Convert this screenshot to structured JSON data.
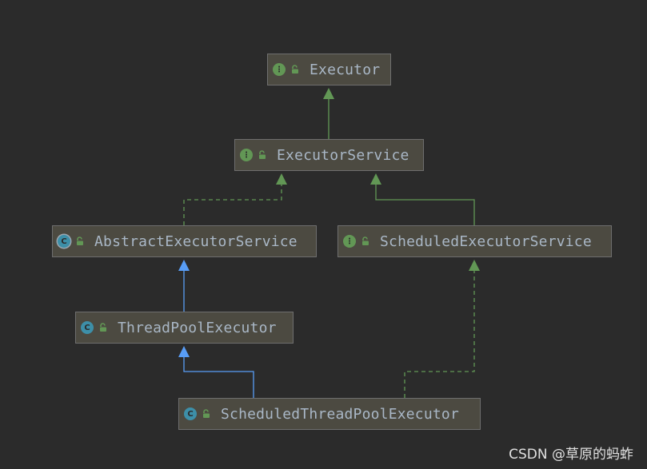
{
  "nodes": {
    "executor": {
      "name": "Executor",
      "kind": "interface"
    },
    "executor_service": {
      "name": "ExecutorService",
      "kind": "interface"
    },
    "abstract_executor_service": {
      "name": "AbstractExecutorService",
      "kind": "abstract-class"
    },
    "scheduled_executor_service": {
      "name": "ScheduledExecutorService",
      "kind": "interface"
    },
    "thread_pool_executor": {
      "name": "ThreadPoolExecutor",
      "kind": "class"
    },
    "scheduled_thread_pool_executor": {
      "name": "ScheduledThreadPoolExecutor",
      "kind": "class"
    }
  },
  "edges": [
    {
      "from": "executor_service",
      "to": "executor",
      "relation": "extends-interface",
      "style": "solid",
      "color": "#629755"
    },
    {
      "from": "abstract_executor_service",
      "to": "executor_service",
      "relation": "implements",
      "style": "dashed",
      "color": "#629755"
    },
    {
      "from": "scheduled_executor_service",
      "to": "executor_service",
      "relation": "extends-interface",
      "style": "solid",
      "color": "#629755"
    },
    {
      "from": "thread_pool_executor",
      "to": "abstract_executor_service",
      "relation": "extends-class",
      "style": "solid",
      "color": "#589df6"
    },
    {
      "from": "scheduled_thread_pool_executor",
      "to": "thread_pool_executor",
      "relation": "extends-class",
      "style": "solid",
      "color": "#589df6"
    },
    {
      "from": "scheduled_thread_pool_executor",
      "to": "scheduled_executor_service",
      "relation": "implements",
      "style": "dashed",
      "color": "#629755"
    }
  ],
  "colors": {
    "background": "#2b2b2b",
    "node_fill": "#4c4a41",
    "node_border": "#6e6e6e",
    "label": "#a9b7c6",
    "interface_icon": "#629755",
    "class_icon": "#3d8fa8",
    "interface_edge": "#629755",
    "class_edge": "#589df6"
  },
  "icons": {
    "interface": "interface-icon",
    "class": "class-icon",
    "abstract_class": "abstract-class-icon",
    "visibility": "open-lock-icon"
  },
  "watermark": "CSDN @草原的蚂蚱"
}
